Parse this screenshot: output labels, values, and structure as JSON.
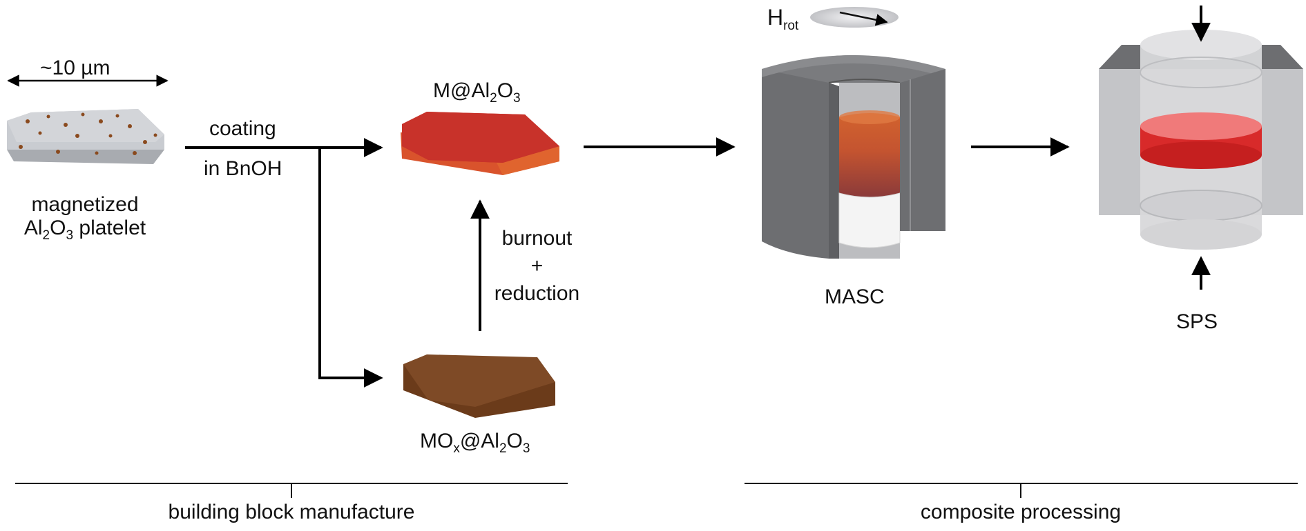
{
  "colors": {
    "platelet_grey": "#c9ccd1",
    "dot_brown": "#8a4a1e",
    "metal_red": "#c8322a",
    "oxide_brown": "#7e4a26",
    "mold_grey": "#6d6e71",
    "sps_red": "#d82a2a"
  },
  "scale_bar": {
    "label": "~10 µm"
  },
  "platelet": {
    "line1": "magnetized",
    "line2_a": "Al",
    "line2_sub1": "2",
    "line2_b": "O",
    "line2_sub2": "3",
    "line2_c": " platelet"
  },
  "coating": {
    "line1": "coating",
    "line2": "in BnOH"
  },
  "metal_coated": {
    "a": "M@Al",
    "sub1": "2",
    "b": "O",
    "sub2": "3"
  },
  "burnout": {
    "line1": "burnout",
    "line2": "+",
    "line3": "reduction"
  },
  "oxide_coated": {
    "a": "MO",
    "subx": "x",
    "b": "@Al",
    "sub1": "2",
    "c": "O",
    "sub2": "3"
  },
  "masc": {
    "field_main": "H",
    "field_sub": "rot",
    "label": "MASC"
  },
  "sps": {
    "label": "SPS"
  },
  "sections": {
    "left": "building block manufacture",
    "right": "composite processing"
  }
}
